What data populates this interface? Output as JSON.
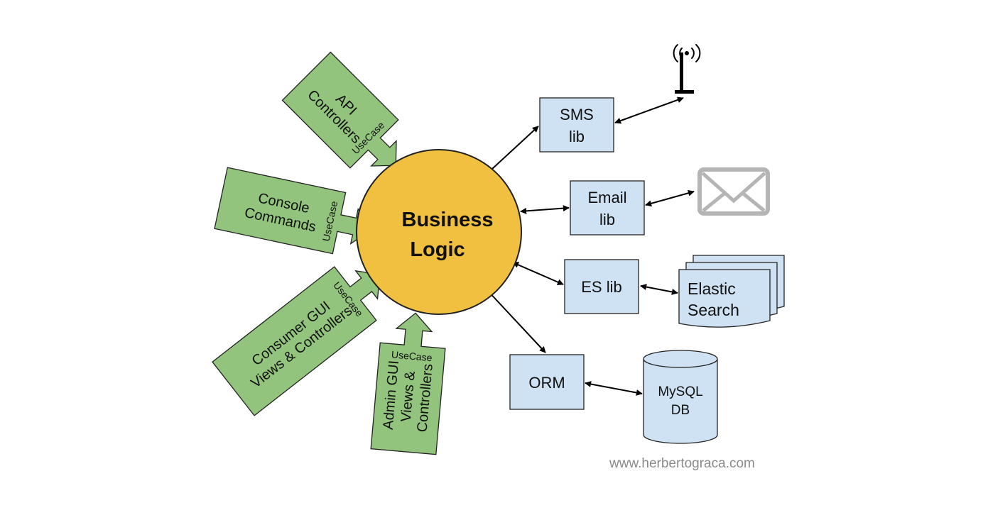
{
  "center": {
    "line1": "Business",
    "line2": "Logic"
  },
  "inputs": {
    "api": {
      "line1": "API",
      "line2": "Controllers",
      "usecase": "UseCase"
    },
    "console": {
      "line1": "Console",
      "line2": "Commands",
      "usecase": "UseCase"
    },
    "consumer_gui": {
      "line1": "Consumer GUI",
      "line2": "Views & Controllers",
      "usecase": "UseCase"
    },
    "admin_gui": {
      "line1": "Admin GUI",
      "line2": "Views &",
      "line3": "Controllers",
      "usecase": "UseCase"
    }
  },
  "libs": {
    "sms": {
      "line1": "SMS",
      "line2": "lib"
    },
    "email": {
      "line1": "Email",
      "line2": "lib"
    },
    "es": {
      "label": "ES lib"
    },
    "orm": {
      "label": "ORM"
    }
  },
  "externals": {
    "elastic": {
      "line1": "Elastic",
      "line2": "Search"
    },
    "mysql": {
      "line1": "MySQL",
      "line2": "DB"
    },
    "antenna_icon": "antenna-icon",
    "envelope_icon": "envelope-icon"
  },
  "watermark": "www.herbertograca.com",
  "colors": {
    "center_fill": "#f1c040",
    "input_fill": "#93c47d",
    "lib_fill": "#cfe2f3",
    "outline": "#222222"
  }
}
